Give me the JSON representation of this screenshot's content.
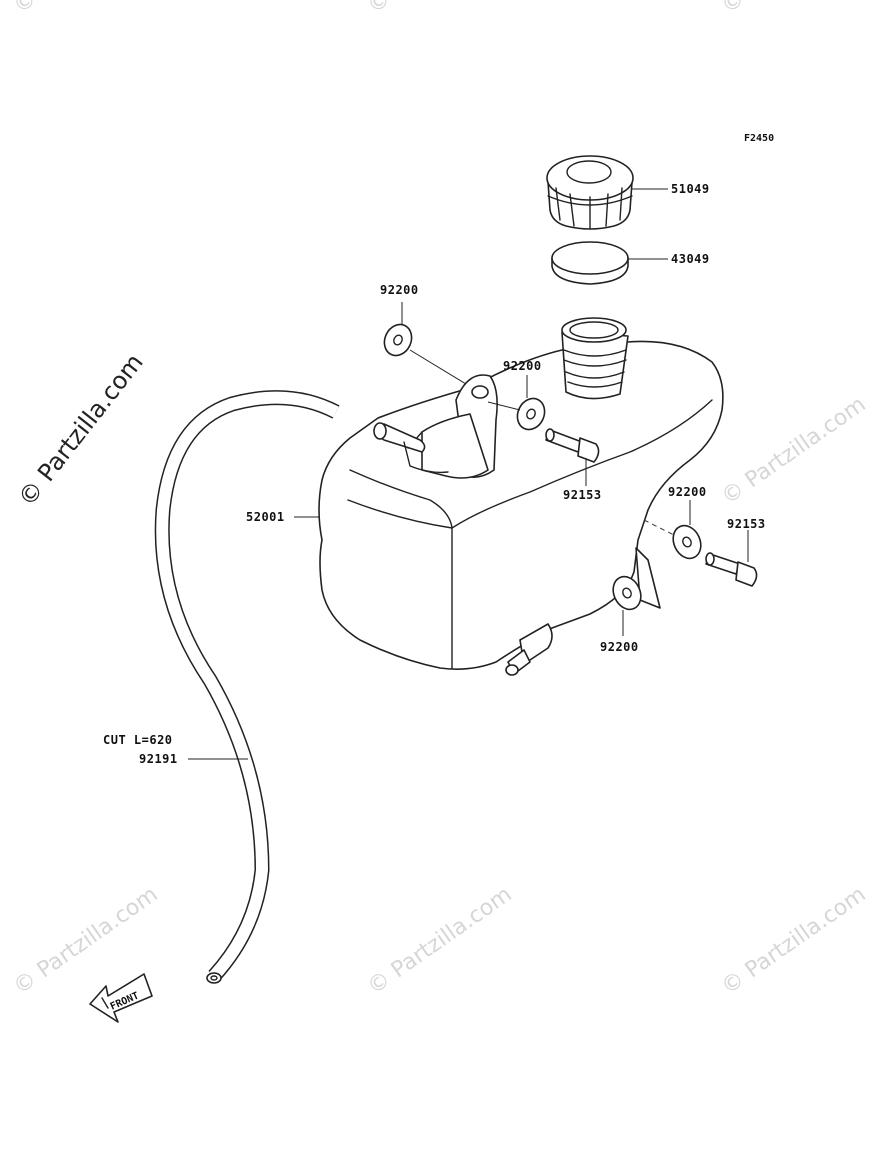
{
  "diagram": {
    "code": "F2450",
    "labels": {
      "cap": "51049",
      "gasket": "43049",
      "washer_top_left": "92200",
      "washer_mid": "92200",
      "bolt_mid": "92153",
      "tank": "52001",
      "washer_right": "92200",
      "bolt_right": "92153",
      "washer_bottom": "92200",
      "hose_cut": "CUT L=620",
      "hose": "92191"
    },
    "front_arrow": "FRONT"
  },
  "watermark": {
    "text": "© Partzilla.com"
  }
}
